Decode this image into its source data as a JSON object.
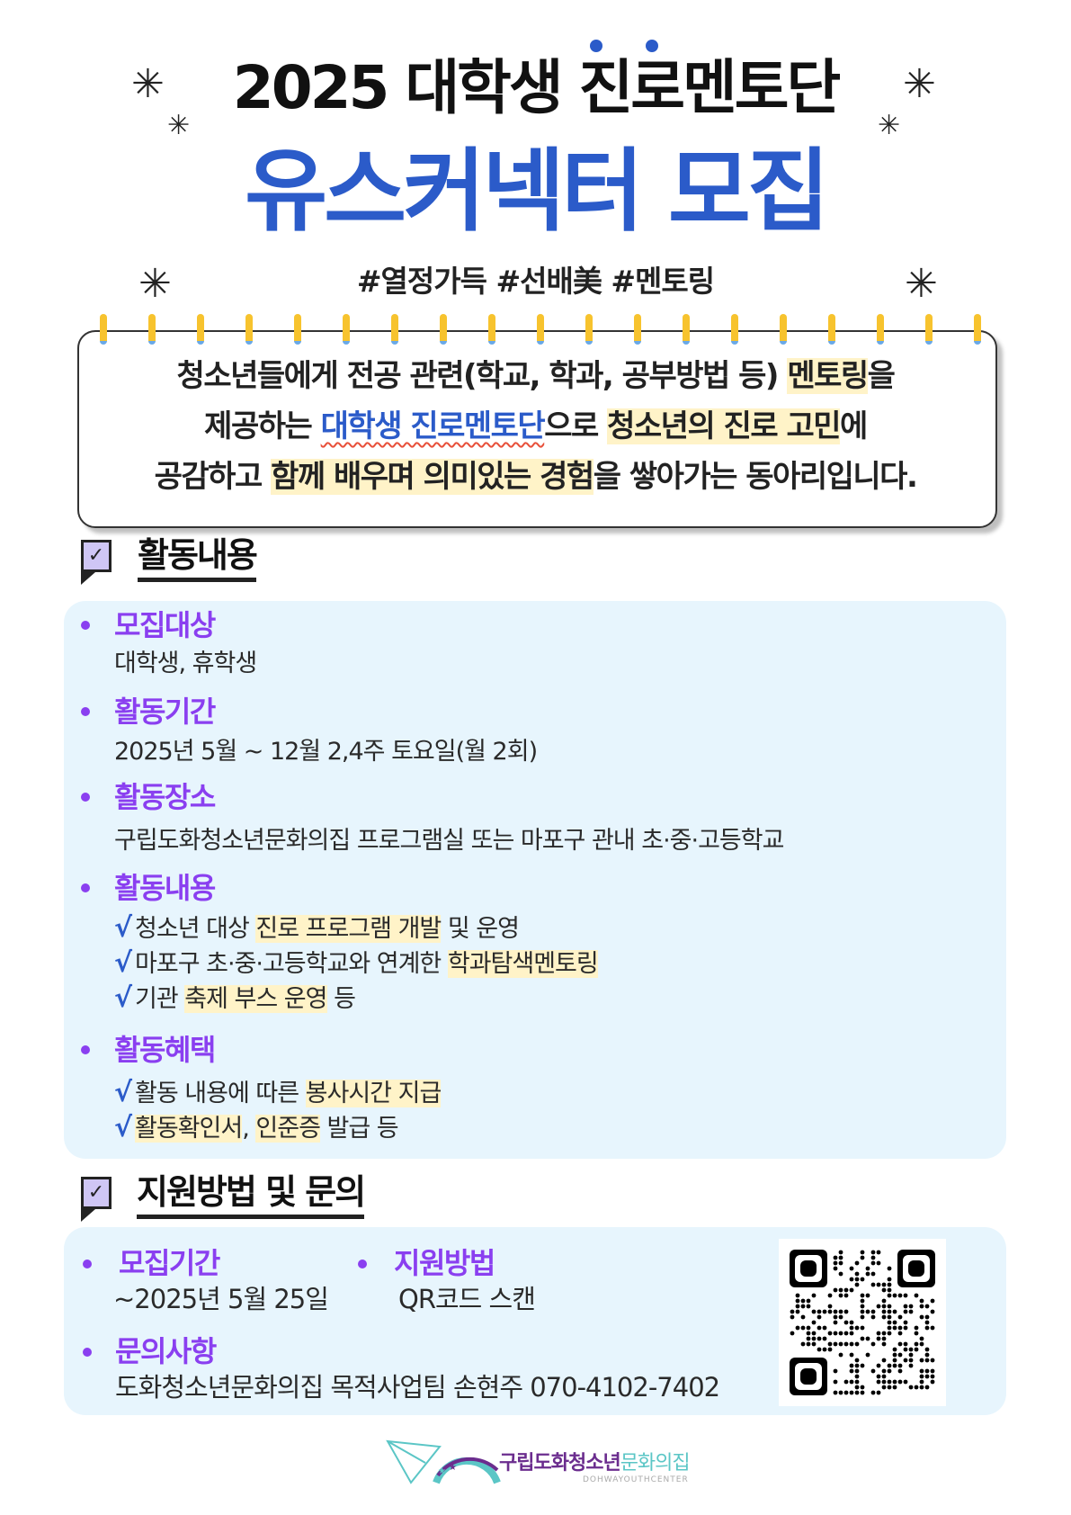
{
  "header": {
    "title_line1": "2025 대학생 진로멘토단",
    "title_line2": "유스커넥터 모집",
    "hashtags": "#열정가득 #선배美 #멘토링",
    "sparkle_icon": "✳"
  },
  "intro": {
    "line1": [
      {
        "t": "청소년들에게 전공 관련(학교, 학과, 공부방법 등) "
      },
      {
        "t": "멘토링",
        "hl": true
      },
      {
        "t": "을"
      }
    ],
    "line2": [
      {
        "t": "제공하는 "
      },
      {
        "t": "대학생 진로멘토단",
        "blue": true
      },
      {
        "t": "으로 "
      },
      {
        "t": "청소년의 진로 고민",
        "hl": true
      },
      {
        "t": "에"
      }
    ],
    "line3": [
      {
        "t": "공감하고 "
      },
      {
        "t": "함께 배우며 의미있는 경험",
        "hl": true
      },
      {
        "t": "을 쌓아가는 동아리입니다."
      }
    ]
  },
  "section1": {
    "heading": "활동내용",
    "items": [
      {
        "label": "모집대상",
        "body": "대학생, 휴학생"
      },
      {
        "label": "활동기간",
        "body": "2025년 5월 ~ 12월  2,4주 토요일(월 2회)"
      },
      {
        "label": "활동장소",
        "body": "구립도화청소년문화의집 프로그램실 또는 마포구 관내 초·중·고등학교"
      },
      {
        "label": "활동내용",
        "checks": [
          [
            {
              "t": "청소년 대상 "
            },
            {
              "t": "진로 프로그램 개발",
              "hl": true
            },
            {
              "t": " 및 운영"
            }
          ],
          [
            {
              "t": "마포구 초·중·고등학교와 연계한 "
            },
            {
              "t": "학과탐색멘토링",
              "hl": true
            }
          ],
          [
            {
              "t": "기관 "
            },
            {
              "t": "축제  부스 운영",
              "hl": true
            },
            {
              "t": " 등"
            }
          ]
        ]
      },
      {
        "label": "활동혜택",
        "checks": [
          [
            {
              "t": "활동 내용에 따른 "
            },
            {
              "t": "봉사시간 지급",
              "hl": true
            }
          ],
          [
            {
              "t": "활동확인서",
              "hl": true
            },
            {
              "t": ", "
            },
            {
              "t": "인준증",
              "hl": true
            },
            {
              "t": " 발급 등"
            }
          ]
        ]
      }
    ],
    "check_mark": "√"
  },
  "section2": {
    "heading": "지원방법 및 문의",
    "period_label": "모집기간",
    "period_value": "~2025년 5월 25일",
    "method_label": "지원방법",
    "method_value": "QR코드 스캔",
    "contact_label": "문의사항",
    "contact_value": "도화청소년문화의집 목적사업팀 손현주 070-4102-7402"
  },
  "footer": {
    "logo_kr_1": "구립도화청소년",
    "logo_kr_2": "문화의집",
    "logo_en": "DOHWAYOUTHCENTER"
  },
  "colors": {
    "blue": "#2b5bc9",
    "purple": "#8a3ff0",
    "panel": "#e7f5fd",
    "highlight": "#fff3c8"
  }
}
